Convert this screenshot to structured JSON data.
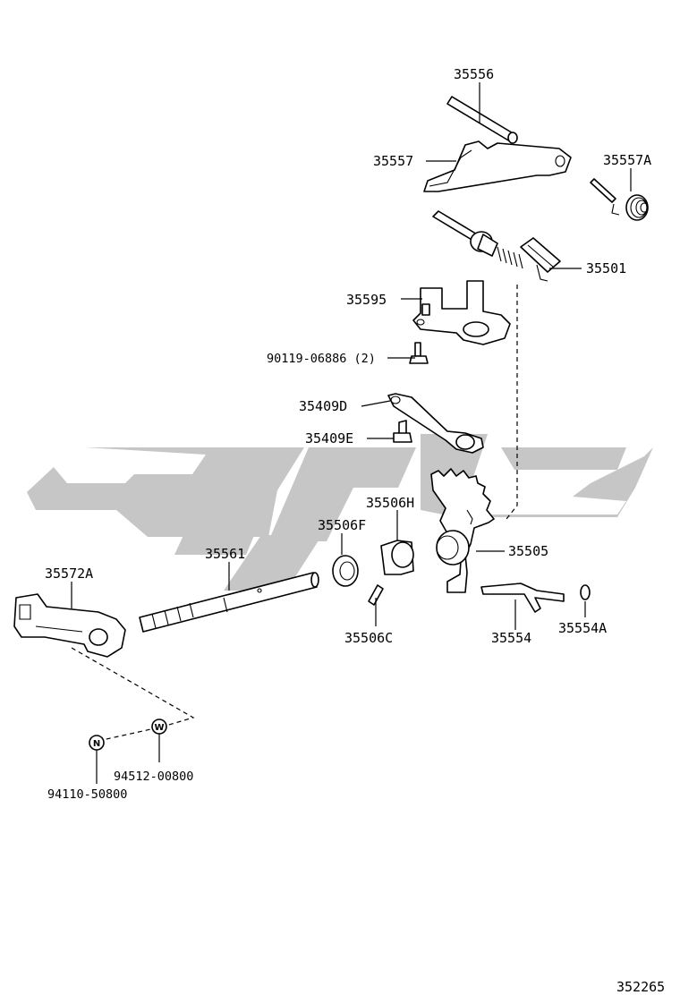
{
  "diagram_id": "352265",
  "parts": {
    "p35556": "35556",
    "p35557": "35557",
    "p35557A": "35557A",
    "p35501": "35501",
    "p35595": "35595",
    "p90119": "90119-06886 (2)",
    "p35409D": "35409D",
    "p35409E": "35409E",
    "p35506H": "35506H",
    "p35506F": "35506F",
    "p35561": "35561",
    "p35505": "35505",
    "p35572A": "35572A",
    "p35506C": "35506C",
    "p35554": "35554",
    "p35554A": "35554A",
    "p94512": "94512-00800",
    "p94110": "94110-50800"
  },
  "markers": {
    "nut_letter": "N",
    "washer_letter": "W"
  },
  "colors": {
    "line": "#000000",
    "watermark": "#c6c6c6",
    "background": "#ffffff"
  }
}
